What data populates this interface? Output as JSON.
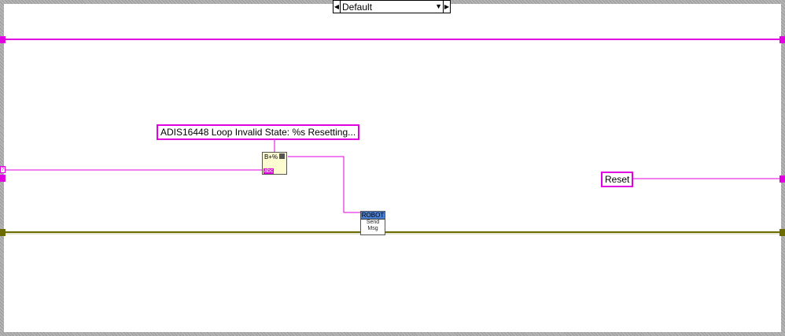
{
  "case_selector": {
    "value": "Default",
    "left_arrow": "◀",
    "right_arrow": "▶",
    "dropdown": "▼"
  },
  "string_constants": {
    "format_string": "ADIS16448 Loop Invalid State: %s Resetting...",
    "reset": "Reset"
  },
  "nodes": {
    "format_into_string": {
      "glyph": "B+%",
      "terminal": "abc"
    },
    "robot_send_msg": {
      "header": "ROBOT",
      "line1": "Send",
      "line2": "Msg"
    }
  },
  "tunnel_label": "?",
  "colors": {
    "string_wire": "#e000e0",
    "cluster_wire": "#6b6b00",
    "border": "#b5b5b5",
    "robot_header": "#4a7fd6"
  }
}
